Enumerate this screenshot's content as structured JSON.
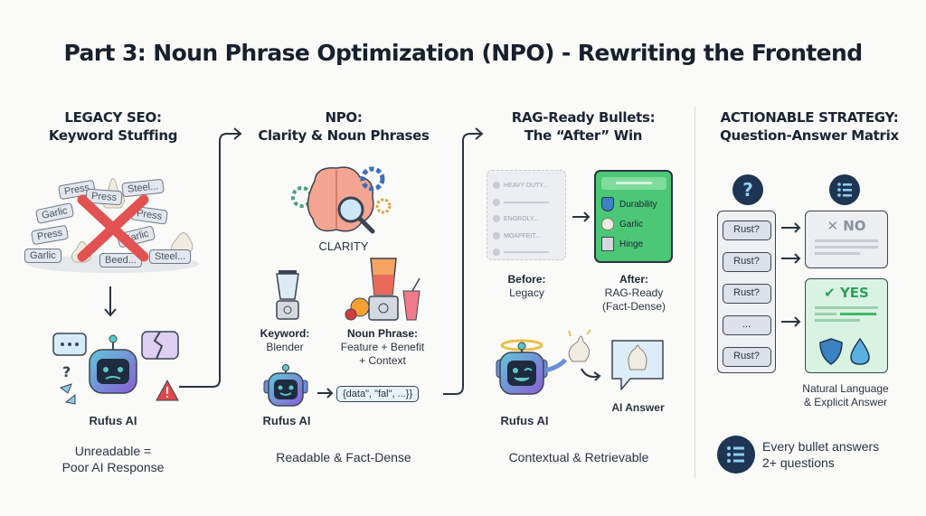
{
  "title": "Part 3: Noun Phrase Optimization (NPO) - Rewriting the Frontend",
  "columns": {
    "legacy": {
      "title_line1": "LEGACY SEO:",
      "title_line2": "Keyword Stuffing",
      "tags": [
        "Press",
        "Steel...",
        "Press",
        "Garlic",
        "Press",
        "Press",
        "Garlic",
        "Garlic",
        "Beed...",
        "Steel..."
      ],
      "bot_label": "Rufus AI",
      "caption_line1": "Unreadable =",
      "caption_line2": "Poor AI Response"
    },
    "npo": {
      "title_line1": "NPO:",
      "title_line2": "Clarity & Noun Phrases",
      "clarity_label": "CLARITY",
      "keyword_label": "Keyword:",
      "keyword_value": "Blender",
      "noun_label": "Noun Phrase:",
      "noun_value_line1": "Feature + Benefit",
      "noun_value_line2": "+ Context",
      "bot_label": "Rufus AI",
      "json_snippet": "{data\", \"fal\", ...}}",
      "caption": "Readable & Fact-Dense"
    },
    "rag": {
      "title_line1": "RAG-Ready Bullets:",
      "title_line2": "The “After” Win",
      "before_items": [
        "HEAVY DUTY...",
        "",
        "ENGROLY...",
        "MOAPFEIT...",
        ""
      ],
      "after_items": [
        "Durability",
        "Garlic",
        "Hinge"
      ],
      "before_label": "Before:",
      "before_value": "Legacy",
      "after_label": "After:",
      "after_value_line1": "RAG-Ready",
      "after_value_line2": "(Fact-Dense)",
      "bot_label": "Rufus AI",
      "answer_label": "AI Answer",
      "caption": "Contextual & Retrievable"
    },
    "strategy": {
      "title_line1": "ACTIONABLE STRATEGY:",
      "title_line2": "Question-Answer Matrix",
      "questions": [
        "Rust?",
        "Rust?",
        "Rust?",
        "...",
        "Rust?"
      ],
      "no_label": "NO",
      "yes_label": "YES",
      "answer_caption_line1": "Natural Language",
      "answer_caption_line2": "& Explicit Answer",
      "footer_line1": "Every bullet answers",
      "footer_line2": "2+ questions"
    }
  },
  "colors": {
    "navy": "#1f3554",
    "green": "#4cc776",
    "red": "#e04848",
    "blue": "#3b82c4"
  }
}
